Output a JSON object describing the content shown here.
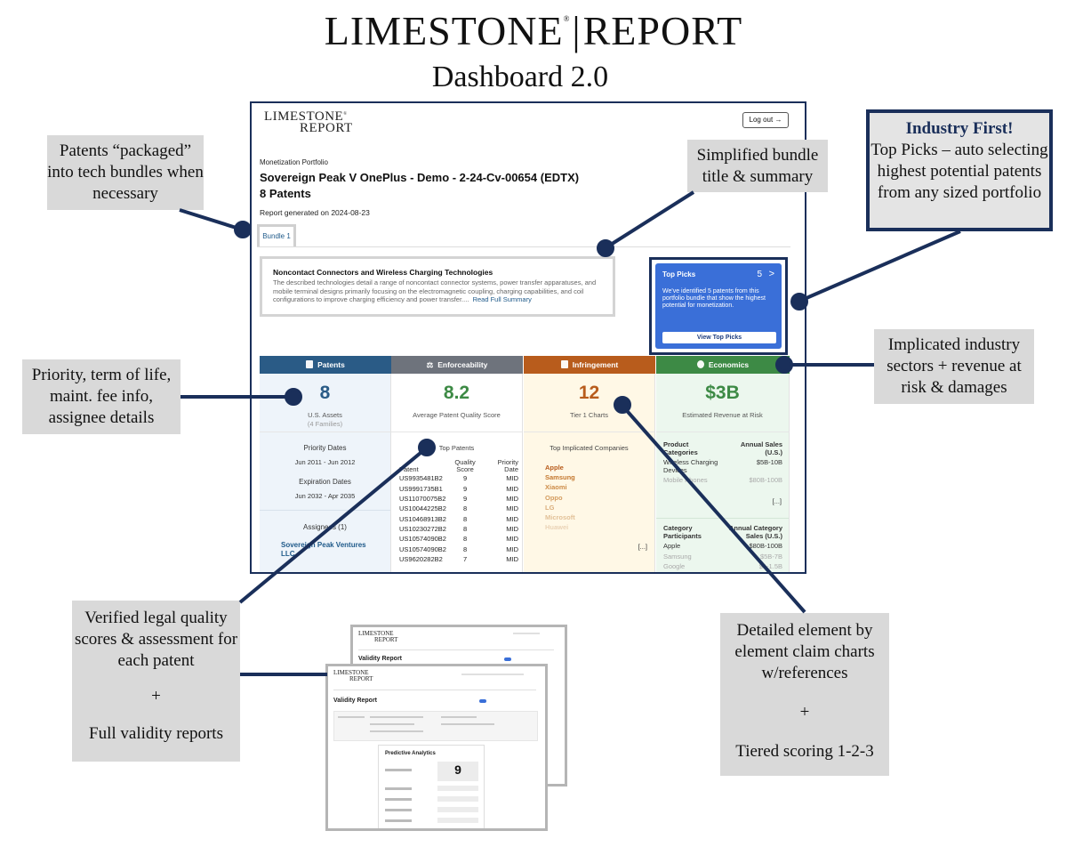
{
  "header": {
    "brand_left": "LIMESTONE",
    "brand_reg": "®",
    "brand_right": "REPORT",
    "subtitle": "Dashboard 2.0"
  },
  "app": {
    "logo_line1": "LIMESTONE",
    "logo_reg": "®",
    "logo_line2": "REPORT",
    "logout_label": "Log out →",
    "portfolio_label": "Monetization Portfolio",
    "case_title": "Sovereign Peak V OnePlus - Demo - 2-24-Cv-00654 (EDTX)",
    "patent_count": "8 Patents",
    "report_date": "Report generated on 2024-08-23",
    "bundle_tab": "Bundle 1",
    "summary": {
      "title": "Noncontact Connectors and Wireless Charging Technologies",
      "text": "The described technologies detail a range of noncontact connector systems, power transfer apparatuses, and mobile terminal designs primarily focusing on the electromagnetic coupling, charging capabilities, and coil configurations to improve charging efficiency and power transfer....",
      "link": "Read Full Summary"
    },
    "top_picks": {
      "title": "Top Picks",
      "count": "5",
      "chevron": ">",
      "description": "We've identified 5 patents from this portfolio bundle that show the highest potential for monetization.",
      "button": "View Top Picks"
    },
    "columns": {
      "patents": {
        "header": "Patents",
        "stat": "8",
        "label": "U.S. Assets",
        "sub": "(4 Families)",
        "priority_head": "Priority Dates",
        "priority_val": "Jun 2011 - Jun 2012",
        "expiration_head": "Expiration Dates",
        "expiration_val": "Jun 2032 - Apr 2035",
        "assignees_head": "Assignees (1)",
        "assignee": "Sovereign Peak Ventures LLC"
      },
      "enforceability": {
        "header": "Enforceability",
        "stat": "8.2",
        "label": "Average Patent Quality Score",
        "top_patents_head": "Top Patents",
        "table_headers": [
          "Patent",
          "Quality Score",
          "Priority Date"
        ],
        "rows": [
          [
            "US9935481B2",
            "9",
            "MID"
          ],
          [
            "US9991735B1",
            "9",
            "MID"
          ],
          [
            "US11070075B2",
            "9",
            "MID"
          ],
          [
            "US10044225B2",
            "8",
            "MID"
          ],
          [
            "US10468913B2",
            "8",
            "MID"
          ],
          [
            "US10230272B2",
            "8",
            "MID"
          ],
          [
            "US10574090B2",
            "8",
            "MID"
          ],
          [
            "US10574090B2",
            "8",
            "MID"
          ],
          [
            "US9620282B2",
            "7",
            "MID"
          ]
        ]
      },
      "infringement": {
        "header": "Infringement",
        "stat": "12",
        "label": "Tier 1 Charts",
        "companies_head": "Top Implicated Companies",
        "companies": [
          "Apple",
          "Samsung",
          "Xiaomi",
          "Oppo",
          "LG",
          "Microsoft",
          "Huawei"
        ],
        "company_colors": [
          "#b85c1c",
          "#c4782f",
          "#cd8c48",
          "#d49d60",
          "#daae7c",
          "#e2c198",
          "#ead3b6"
        ],
        "more": "[...]"
      },
      "economics": {
        "header": "Economics",
        "stat": "$3B",
        "label": "Estimated Revenue at Risk",
        "product_head_left": "Product Categories",
        "product_head_right": "Annual Sales (U.S.)",
        "products": [
          [
            "Wireless Charging Devices",
            "$5B-10B"
          ],
          [
            "Mobile Phones",
            "$80B-100B"
          ]
        ],
        "more": "[...]",
        "participants_head_left": "Category Participants",
        "participants_head_right": "Annual Category Sales (U.S.)",
        "participants": [
          [
            "Apple",
            "$80B-100B"
          ],
          [
            "Samsung",
            "$5B-7B"
          ],
          [
            "Google",
            "$1-1.5B"
          ]
        ]
      }
    }
  },
  "callouts": {
    "packaged": "Patents “packaged” into tech bundles when necessary",
    "simplified": "Simplified bundle title & summary",
    "industry_head": "Industry First!",
    "industry_body": "Top Picks – auto selecting highest potential patents from any sized portfolio",
    "implicated": "Implicated industry sectors + revenue at risk & damages",
    "priority": "Priority, term of life, maint. fee info, assignee details",
    "verified": "Verified legal quality scores & assessment for each patent",
    "verified_plus": "+",
    "verified_full": "Full validity reports",
    "detailed": "Detailed element by element claim charts w/references",
    "detailed_plus": "+",
    "detailed_tier": "Tiered scoring 1-2-3"
  },
  "validity": {
    "title": "Validity Report",
    "logo_line1": "LIMESTONE",
    "logo_line2": "REPORT",
    "predictive_title": "Predictive Analytics",
    "score": "9"
  },
  "colors": {
    "navy": "#1a2f5a",
    "patents": "#2a5b86",
    "enforceability": "#6e737c",
    "infringement": "#b85c1c",
    "economics": "#3d8a45",
    "top_picks": "#3a6fd8"
  }
}
